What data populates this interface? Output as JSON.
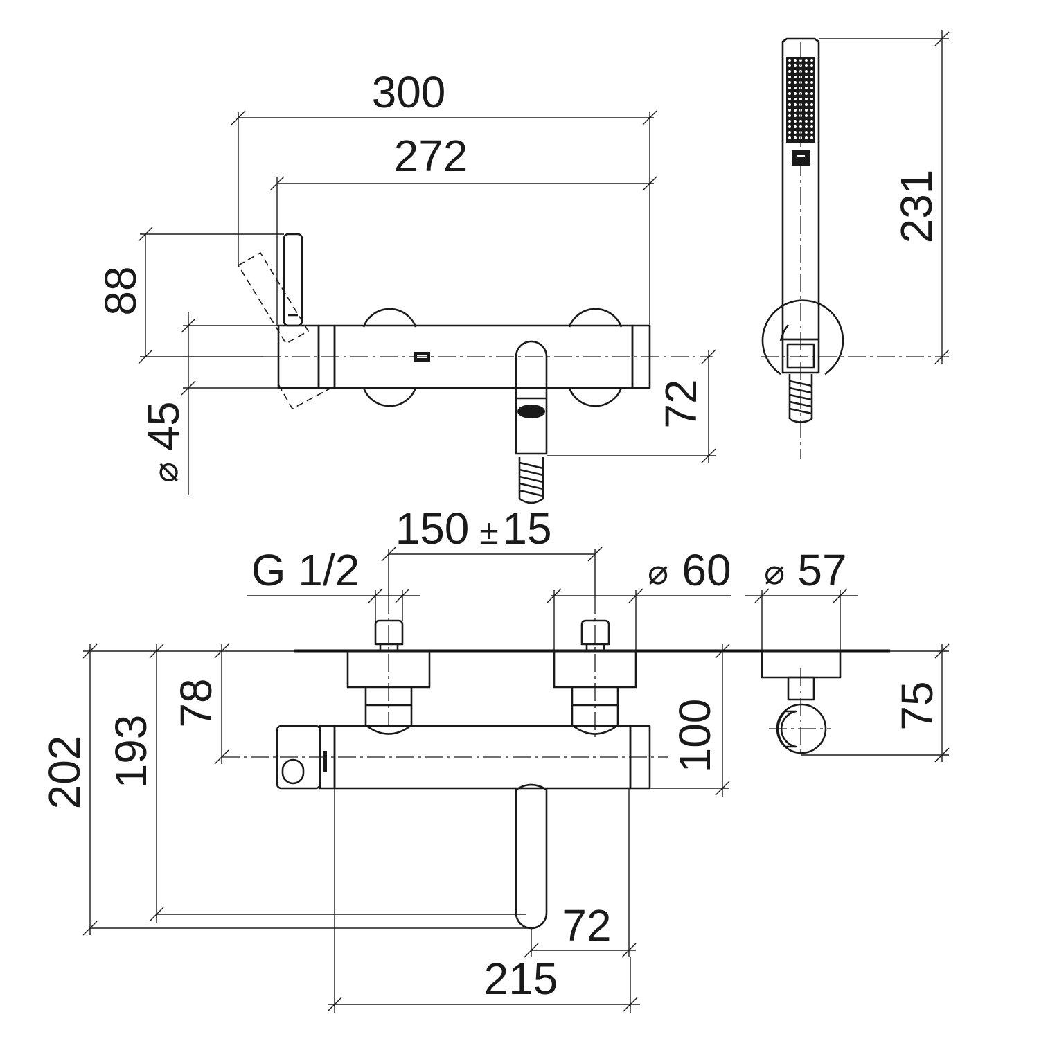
{
  "dimensions": {
    "overall_length": "300",
    "body_length": "272",
    "lever_height": "88",
    "body_diameter": "45",
    "spout_drop": "72",
    "hand_shower_length": "231",
    "inlet_spacing": "150",
    "inlet_tolerance": "15",
    "inlet_thread": "G 1/2",
    "escutcheon_diameter": "60",
    "holder_rosette_diameter": "57",
    "wall_to_body_axis": "78",
    "wall_to_body_front": "100",
    "wall_to_holder_axis": "75",
    "wall_to_spout_center": "193",
    "wall_to_spout_front": "202",
    "spout_offset": "72",
    "body_length_front": "215"
  },
  "symbols": {
    "diameter": "⌀",
    "plus_minus": "±"
  }
}
